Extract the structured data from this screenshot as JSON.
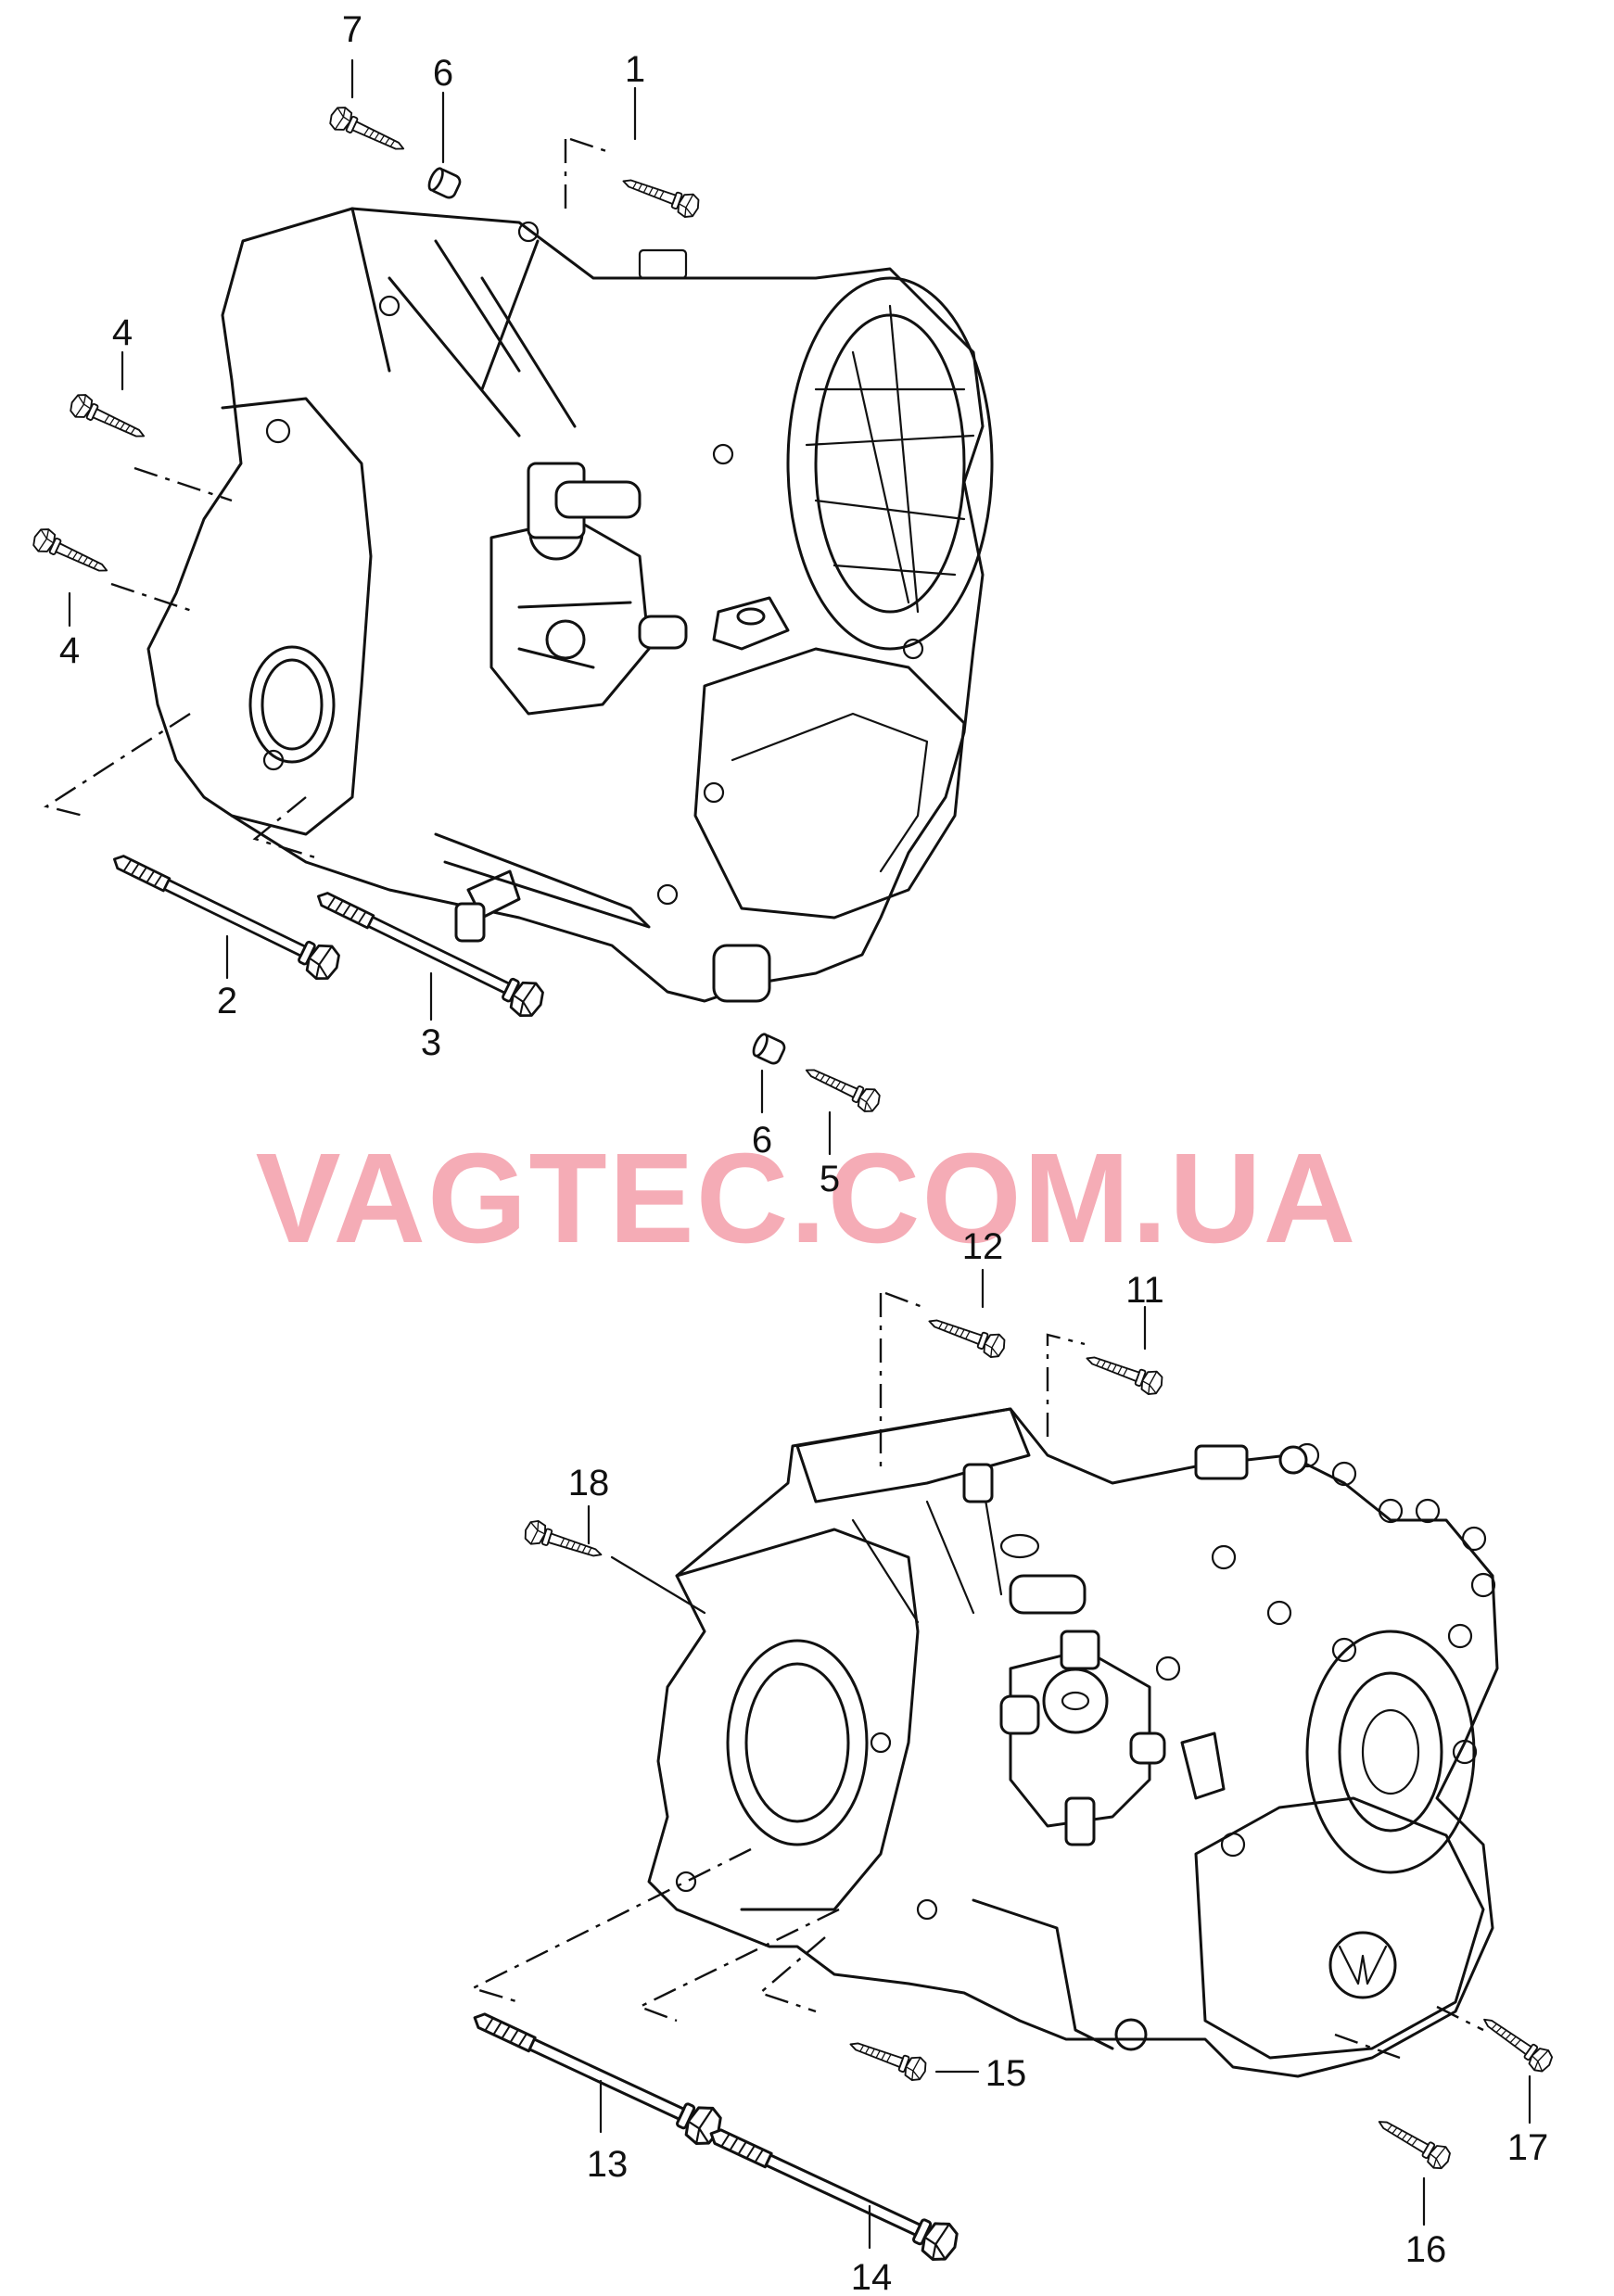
{
  "watermark": "VAGTEC.COM.UA",
  "callouts_top": [
    "1",
    "2",
    "3",
    "4",
    "4",
    "5",
    "6",
    "6",
    "7"
  ],
  "callouts_bottom": [
    "11",
    "12",
    "13",
    "14",
    "15",
    "16",
    "17",
    "18"
  ]
}
